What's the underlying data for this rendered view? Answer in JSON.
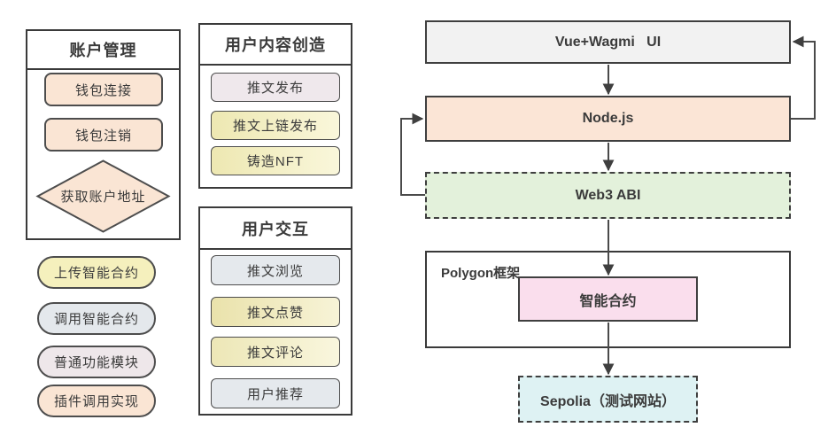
{
  "colors": {
    "peach": "#FAE5D4",
    "node_peach": "#FBE5D6",
    "yellow": "#F5F0BD",
    "gray_blue": "#E4E8EC",
    "pink_gray": "#EEE7EA",
    "flow_gray": "#F2F2F2",
    "green": "#E3F1DB",
    "pink": "#FADEED",
    "cyan": "#DEF2F3",
    "border_dark": "#3a3a3a",
    "arrow": "#4a4a4a"
  },
  "left": {
    "account_box": {
      "title": "账户管理",
      "items": [
        {
          "label": "钱包连接",
          "color": "#FAE5D4"
        },
        {
          "label": "钱包注销",
          "color": "#FAE5D4"
        }
      ],
      "diamond": {
        "label": "获取账户地址",
        "color": "#FAE5D4"
      }
    },
    "pills": [
      {
        "label": "上传智能合约",
        "color": "#F5F0BD"
      },
      {
        "label": "调用智能合约",
        "color": "#E4E8EC"
      },
      {
        "label": "普通功能模块",
        "color": "#EEE7EA"
      },
      {
        "label": "插件调用实现",
        "color": "#FAE5D4"
      }
    ]
  },
  "middle": {
    "creation_box": {
      "title": "用户内容创造",
      "items": [
        {
          "label": "推文发布",
          "color": "#EFE8EC"
        },
        {
          "label": "推文上链发布",
          "color": "#F5F0BD"
        },
        {
          "label": "铸造NFT",
          "color": "#F5F0BD"
        }
      ]
    },
    "interaction_box": {
      "title": "用户交互",
      "items": [
        {
          "label": "推文浏览",
          "color": "#E5E9ED"
        },
        {
          "label": "推文点赞",
          "color": "#F1EAB6"
        },
        {
          "label": "推文评论",
          "color": "#F4EFC2"
        },
        {
          "label": "用户推荐",
          "color": "#E5E9ED"
        }
      ]
    }
  },
  "flow": {
    "ui_node": {
      "label": "Vue+Wagmi   UI",
      "color": "#F2F2F2"
    },
    "node_js": {
      "label": "Node.js",
      "color": "#FBE5D6"
    },
    "web3_abi": {
      "label": "Web3 ABI",
      "color": "#E3F1DB"
    },
    "polygon_frame": {
      "label": "Polygon框架"
    },
    "smart_contract": {
      "label": "智能合约",
      "color": "#FADEED"
    },
    "sepolia": {
      "label": "Sepolia（测试网站）",
      "color": "#DEF2F3"
    }
  }
}
